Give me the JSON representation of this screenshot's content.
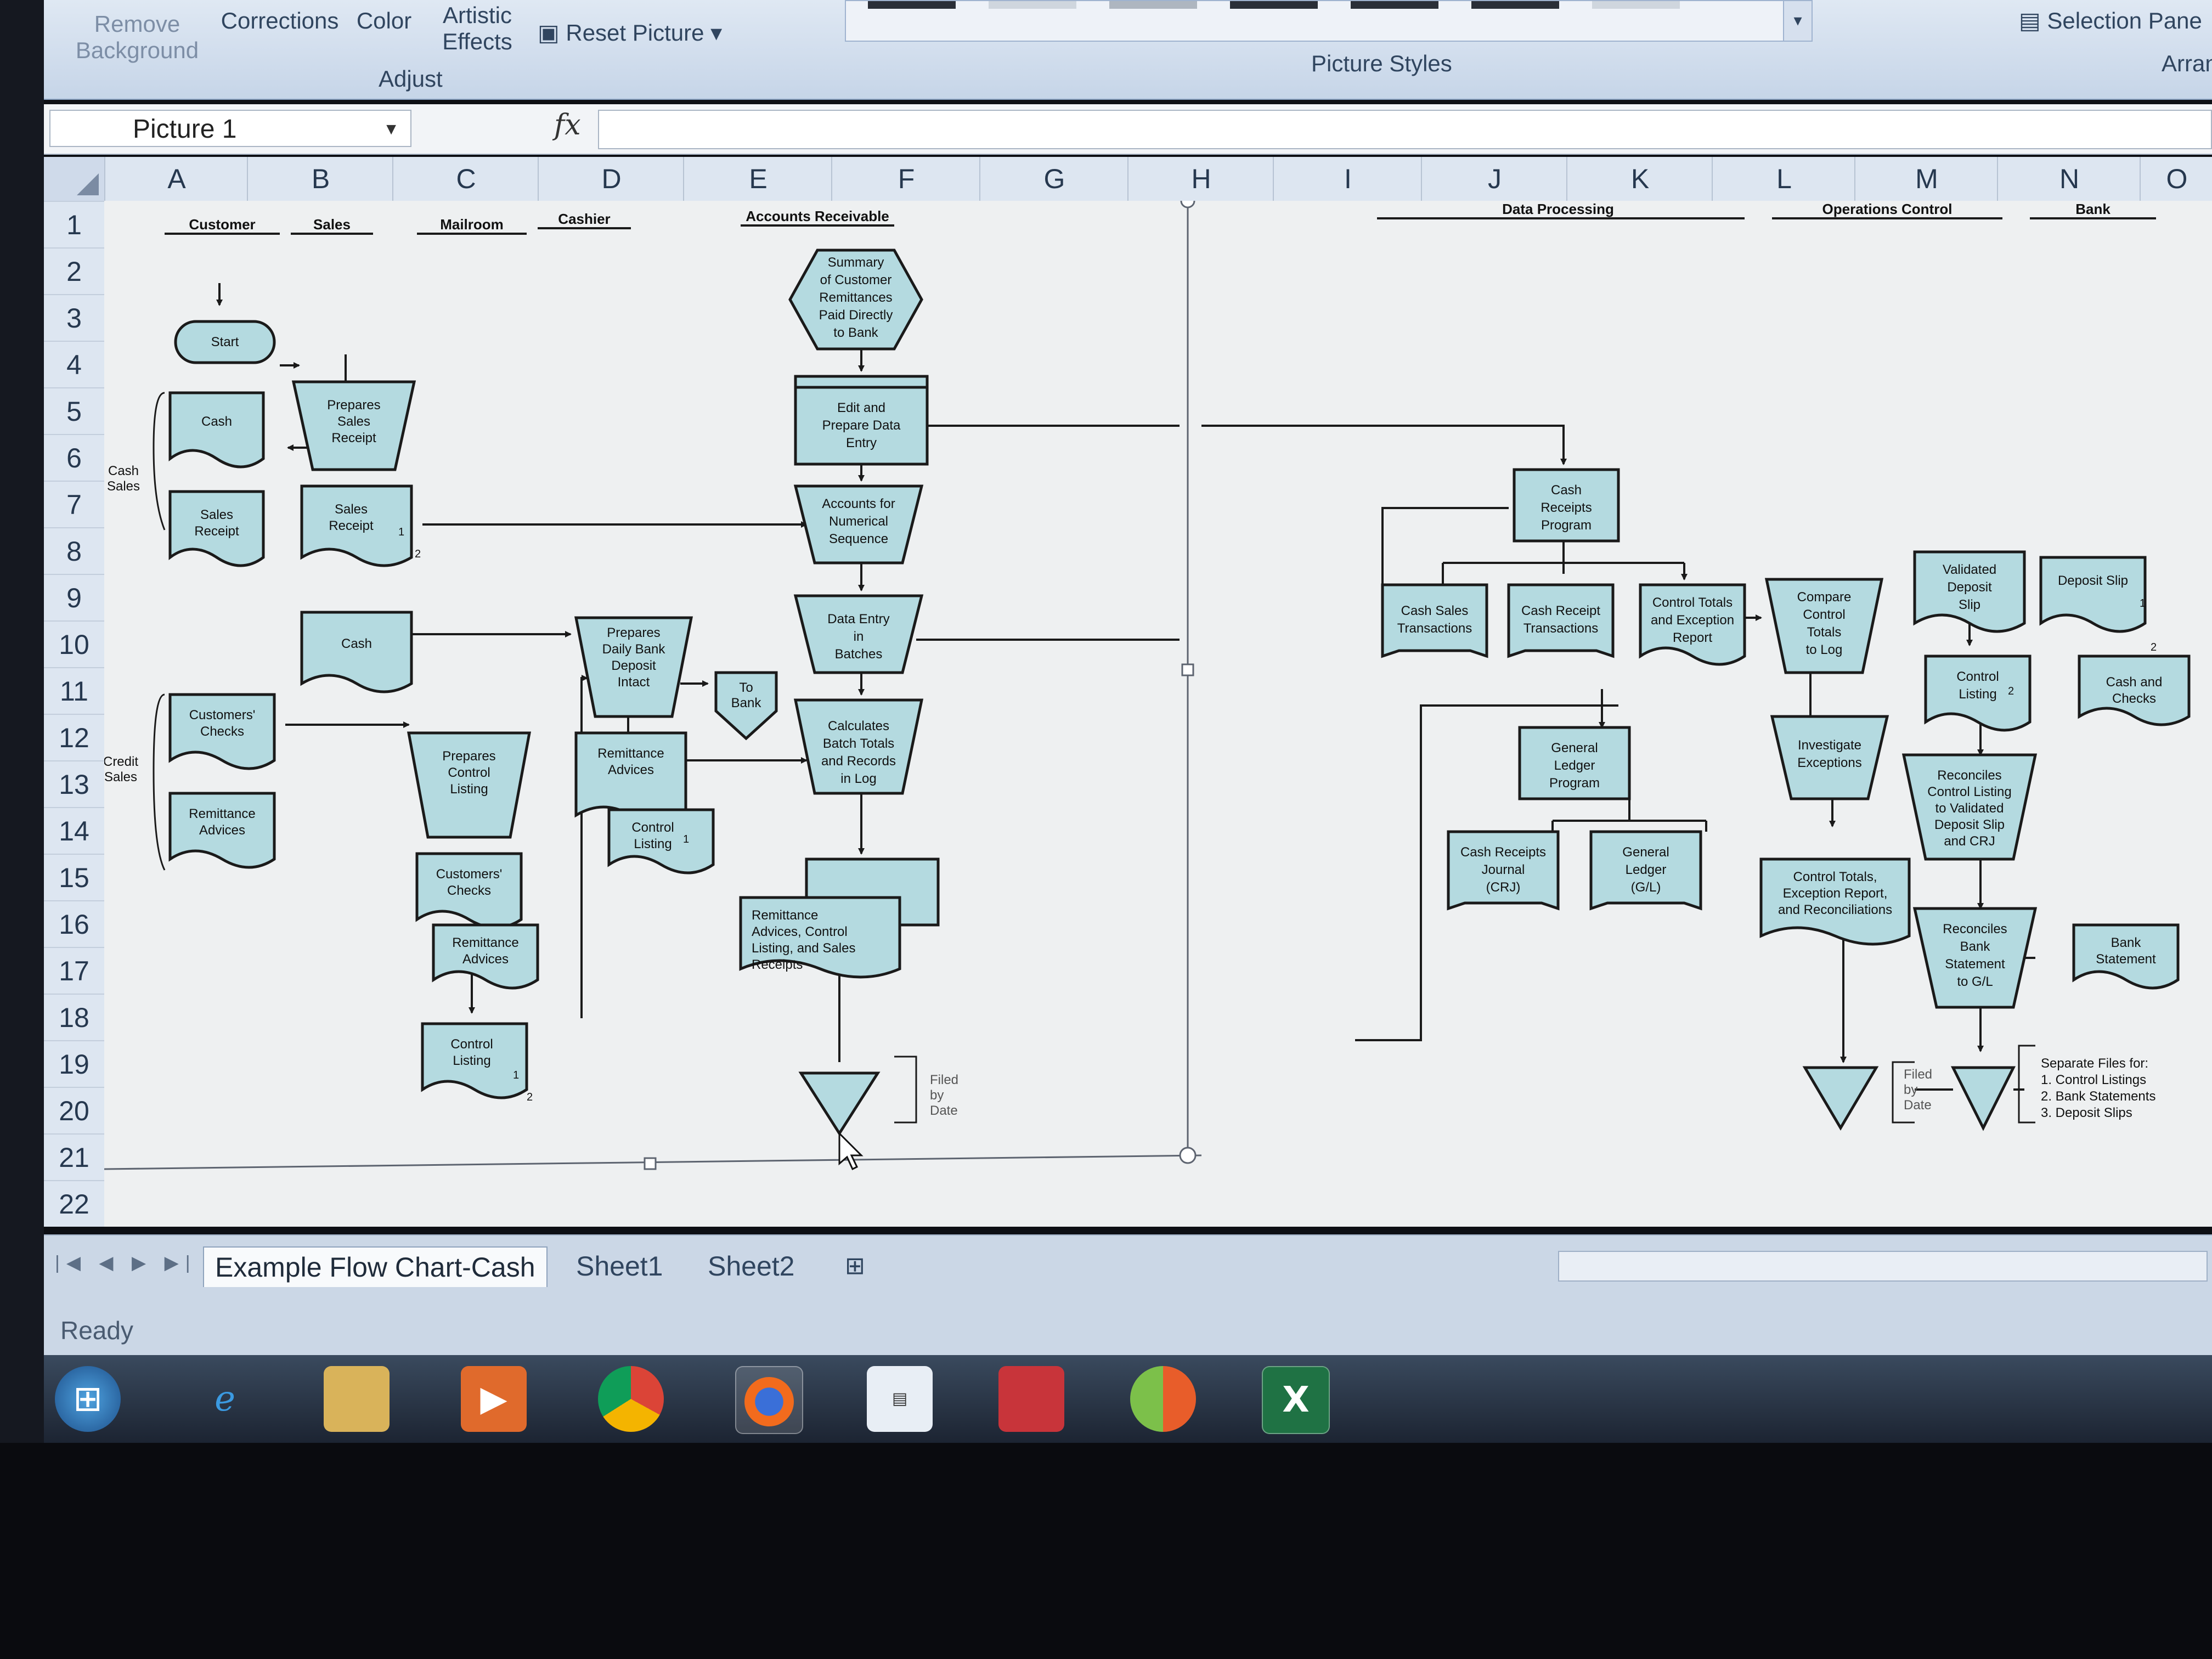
{
  "ribbon": {
    "remove_background": "Remove\nBackground",
    "corrections": "Corrections",
    "color": "Color",
    "artistic_effects": "Artistic\nEffects",
    "reset_picture": "Reset Picture",
    "adjust_group": "Adjust",
    "picture_styles_group": "Picture Styles",
    "selection_pane": "Selection Pane",
    "arrange_group": "Arran"
  },
  "formula_bar": {
    "name_box": "Picture 1",
    "fx": "fx"
  },
  "columns": [
    "A",
    "B",
    "C",
    "D",
    "E",
    "F",
    "G",
    "H",
    "I",
    "J",
    "K",
    "L",
    "M",
    "N",
    "O"
  ],
  "rows": [
    "1",
    "2",
    "3",
    "4",
    "5",
    "6",
    "7",
    "8",
    "9",
    "10",
    "11",
    "12",
    "13",
    "14",
    "15",
    "16",
    "17",
    "18",
    "19",
    "20",
    "21",
    "22"
  ],
  "flowchart": {
    "headers": {
      "customer": "Customer",
      "sales": "Sales",
      "mailroom": "Mailroom",
      "cashier": "Cashier",
      "accounts_receivable": "Accounts Receivable",
      "data_processing": "Data Processing",
      "operations_control": "Operations Control",
      "bank": "Bank"
    },
    "side_labels": {
      "cash_sales": "Cash\nSales",
      "credit_sales": "Credit\nSales"
    },
    "nodes": {
      "start": "Start",
      "cash_doc": "Cash",
      "prepares_sales_receipt": "Prepares\nSales\nReceipt",
      "sales_receipt_customer": "Sales\nReceipt",
      "sales_receipt_sales": "Sales\nReceipt",
      "cash_sales": "Cash",
      "customers_checks": "Customers'\nChecks",
      "remittance_advices": "Remittance\nAdvices",
      "prepares_control_listing": "Prepares\nControl\nListing",
      "mail_customers_checks": "Customers'\nChecks",
      "mail_remittance_advices": "Remittance\nAdvices",
      "mail_control_listing": "Control\nListing",
      "prepares_daily_deposit": "Prepares\nDaily Bank\nDeposit\nIntact",
      "to_bank": "To\nBank",
      "cashier_remittance_advices": "Remittance\nAdvices",
      "cashier_control_listing": "Control\nListing",
      "summary_remittances": "Summary\nof Customer\nRemittances\nPaid Directly\nto Bank",
      "edit_prepare_data": "Edit and\nPrepare Data\nEntry",
      "accounts_numerical": "Accounts for\nNumerical\nSequence",
      "data_entry_batches": "Data Entry\nin\nBatches",
      "calculates_batch_totals": "Calculates\nBatch Totals\nand Records\nin Log",
      "ar_file_docs": "Remittance\nAdvices, Control\nListing, and Sales\nReceipts",
      "filed_by_date_ar": "Filed\nby\nDate",
      "cash_receipts_program": "Cash\nReceipts\nProgram",
      "cash_sales_transactions": "Cash Sales\nTransactions",
      "cash_receipt_transactions": "Cash Receipt\nTransactions",
      "control_totals_exception": "Control Totals\nand Exception\nReport",
      "general_ledger_program": "General\nLedger\nProgram",
      "cash_receipts_journal": "Cash Receipts\nJournal\n(CRJ)",
      "general_ledger_gl": "General\nLedger\n(G/L)",
      "compare_control_totals": "Compare\nControl\nTotals\nto Log",
      "investigate_exceptions": "Investigate\nExceptions",
      "control_totals_reconciliations": "Control Totals,\nException Report,\nand Reconciliations",
      "filed_by_date_ops": "Filed\nby\nDate",
      "validated_deposit_slip": "Validated\nDeposit\nSlip",
      "ops_control_listing": "Control\nListing",
      "reconciles_control_listing": "Reconciles\nControl Listing\nto Validated\nDeposit Slip\nand CRJ",
      "reconciles_bank_statement": "Reconciles\nBank\nStatement\nto G/L",
      "separate_files": "Separate Files for:\n1. Control Listings\n2. Bank Statements\n3. Deposit Slips",
      "deposit_slip": "Deposit Slip",
      "cash_and_checks": "Cash and\nChecks",
      "bank_statement": "Bank\nStatement"
    },
    "numbers": {
      "one": "1",
      "two": "2"
    }
  },
  "sheet_tabs": [
    "Example Flow Chart-Cash",
    "Sheet1",
    "Sheet2"
  ],
  "status_bar": {
    "text": "Ready"
  },
  "taskbar": [
    "start-orb",
    "internet-explorer",
    "file-explorer",
    "media-player",
    "chrome",
    "firefox",
    "notepad",
    "toolbox",
    "security-app",
    "excel"
  ],
  "colors": {
    "shape_fill": "#b4dae0",
    "ribbon": "#d4e0ee",
    "taskbar": "#2a3546",
    "excel_green": "#1f7244"
  }
}
